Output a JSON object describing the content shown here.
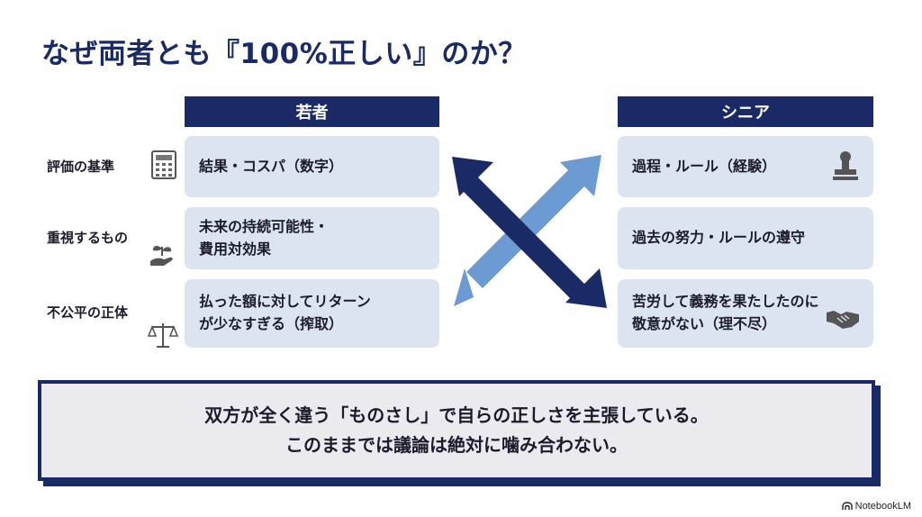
{
  "title": "なぜ両者とも『100%正しい』のか？",
  "columns": {
    "left": "若者",
    "right": "シニア"
  },
  "rows": [
    {
      "label": "評価の基準",
      "icon": "calculator-icon",
      "left": "結果・コスパ（数字）",
      "right": "過程・ルール（経験）",
      "right_icon": "stamp-icon"
    },
    {
      "label": "重視するもの",
      "icon": "sprout-in-hand-icon",
      "left": "未来の持続可能性・\n費用対効果",
      "right": "過去の努力・ルールの遵守",
      "right_icon": ""
    },
    {
      "label": "不公平の正体",
      "icon": "scales-icon",
      "left": "払った額に対してリターン\nが少なすぎる（搾取）",
      "right": "苦労して義務を果たしたのに\n敬意がない（理不尽）",
      "right_icon": "handshake-icon"
    }
  ],
  "banner": {
    "line1": "双方が全く違う「ものさし」で自らの正しさを主張している。",
    "line2": "このままでは議論は絶対に噛み合わない。"
  },
  "brand": "NotebookLM",
  "colors": {
    "navy": "#1a2a66",
    "light_blue_box": "#dce4f2",
    "arrow_light": "#6b9bd2",
    "banner_bg": "#ebebef"
  }
}
